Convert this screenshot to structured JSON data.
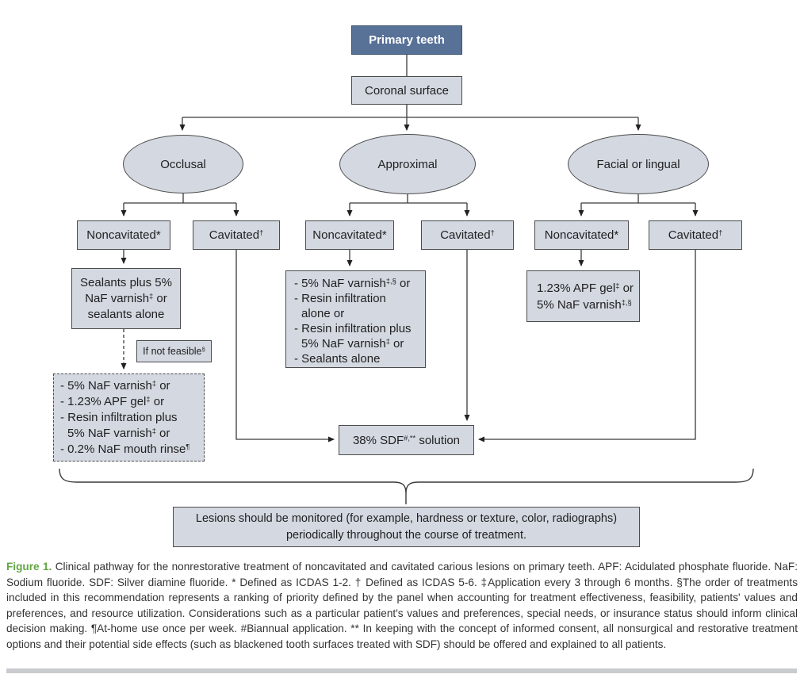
{
  "figure": {
    "nodes": {
      "primary_teeth": {
        "label": "Primary teeth"
      },
      "coronal_surface": {
        "label": "Coronal surface"
      },
      "occlusal": {
        "label": "Occlusal"
      },
      "approximal": {
        "label": "Approximal"
      },
      "facial_lingual": {
        "label": "Facial or lingual"
      },
      "occ_noncavitated": {
        "label": "Noncavitated*"
      },
      "occ_cavitated": {
        "pre": "Cavitated",
        "sup": "†"
      },
      "app_noncavitated": {
        "label": "Noncavitated*"
      },
      "app_cavitated": {
        "pre": "Cavitated",
        "sup": "†"
      },
      "fac_noncavitated": {
        "label": "Noncavitated*"
      },
      "fac_cavitated": {
        "pre": "Cavitated",
        "sup": "†"
      },
      "occ_treatment": {
        "lines": [
          {
            "pre": "Sealants plus 5%",
            "sup": "",
            "post": ""
          },
          {
            "pre": "NaF varnish",
            "sup": "‡",
            "post": " or"
          },
          {
            "pre": "sealants alone",
            "sup": "",
            "post": ""
          }
        ]
      },
      "if_not_feasible": {
        "pre": "If not feasible",
        "sup": "§"
      },
      "occ_fallback": {
        "lines": [
          {
            "pre": "- 5% NaF varnish",
            "sup": "‡",
            "post": " or"
          },
          {
            "pre": "- 1.23% APF gel",
            "sup": "‡",
            "post": " or"
          },
          {
            "pre": "- Resin infiltration plus",
            "sup": "",
            "post": ""
          },
          {
            "pre": "5% NaF varnish",
            "sup": "‡",
            "post": " or"
          },
          {
            "pre": "- 0.2% NaF mouth rinse",
            "sup": "¶",
            "post": ""
          }
        ]
      },
      "app_treatment": {
        "lines": [
          {
            "pre": "- 5% NaF varnish",
            "sup": "‡,§",
            "post": " or"
          },
          {
            "pre": "- Resin infiltration",
            "sup": "",
            "post": ""
          },
          {
            "pre": "alone or",
            "sup": "",
            "post": ""
          },
          {
            "pre": "- Resin infiltration plus",
            "sup": "",
            "post": ""
          },
          {
            "pre": "5% NaF varnish",
            "sup": "‡",
            "post": " or"
          },
          {
            "pre": "- Sealants alone",
            "sup": "",
            "post": ""
          }
        ]
      },
      "fac_treatment": {
        "lines": [
          {
            "pre": "1.23% APF gel",
            "sup": "‡",
            "post": " or"
          },
          {
            "pre": "5% NaF varnish",
            "sup": "‡,§",
            "post": ""
          }
        ]
      },
      "sdf": {
        "pre": "38% SDF",
        "sup": "#,**",
        "post": " solution"
      },
      "lesions": {
        "line1": "Lesions should be monitored (for example, hardness or texture, color, radiographs)",
        "line2": "periodically throughout the course of treatment."
      }
    },
    "colors": {
      "primary_fill": "#587197",
      "node_fill": "#d3d8e1",
      "border": "#4c4c4c",
      "figure_label_green": "#62a744"
    }
  },
  "caption": {
    "label": "Figure 1.",
    "body": "Clinical pathway for the nonrestorative treatment of noncavitated and cavitated carious lesions on primary teeth. APF: Acidulated phosphate fluoride. NaF: Sodium fluoride. SDF: Silver diamine fluoride. * Defined as ICDAS 1-2. † Defined as ICDAS 5-6. ‡Application every 3 through 6 months. §The order of treatments included in this recommendation represents a ranking of priority defined by the panel when accounting for treatment effectiveness, feasibility, patients' values and preferences, and resource utilization. Considerations such as a particular patient's values and preferences, special needs, or insurance status should inform clinical decision making. ¶At-home use once per week. #Biannual application. ** In keeping with the concept of informed consent, all nonsurgical and restorative treatment options and their potential side effects (such as blackened tooth surfaces treated with SDF) should be offered and explained to all patients."
  }
}
